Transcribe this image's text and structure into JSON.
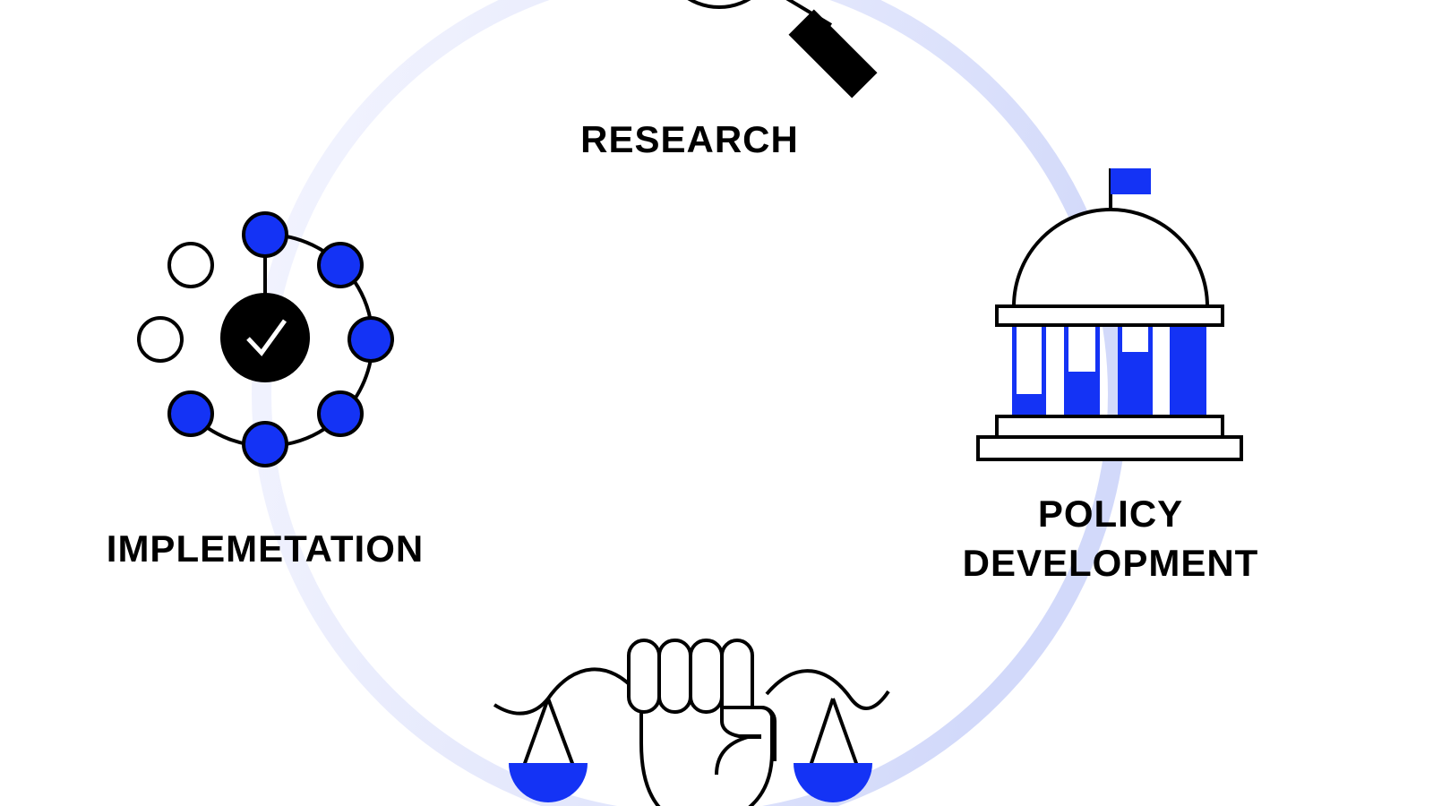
{
  "labels": {
    "research": "RESEARCH",
    "implementation": "IMPLEMETATION",
    "policy_line1": "POLICY",
    "policy_line2": "DEVELOPMENT"
  },
  "colors": {
    "accent": "#1433f5",
    "ring": "#d6dcfa",
    "ink": "#000000"
  }
}
